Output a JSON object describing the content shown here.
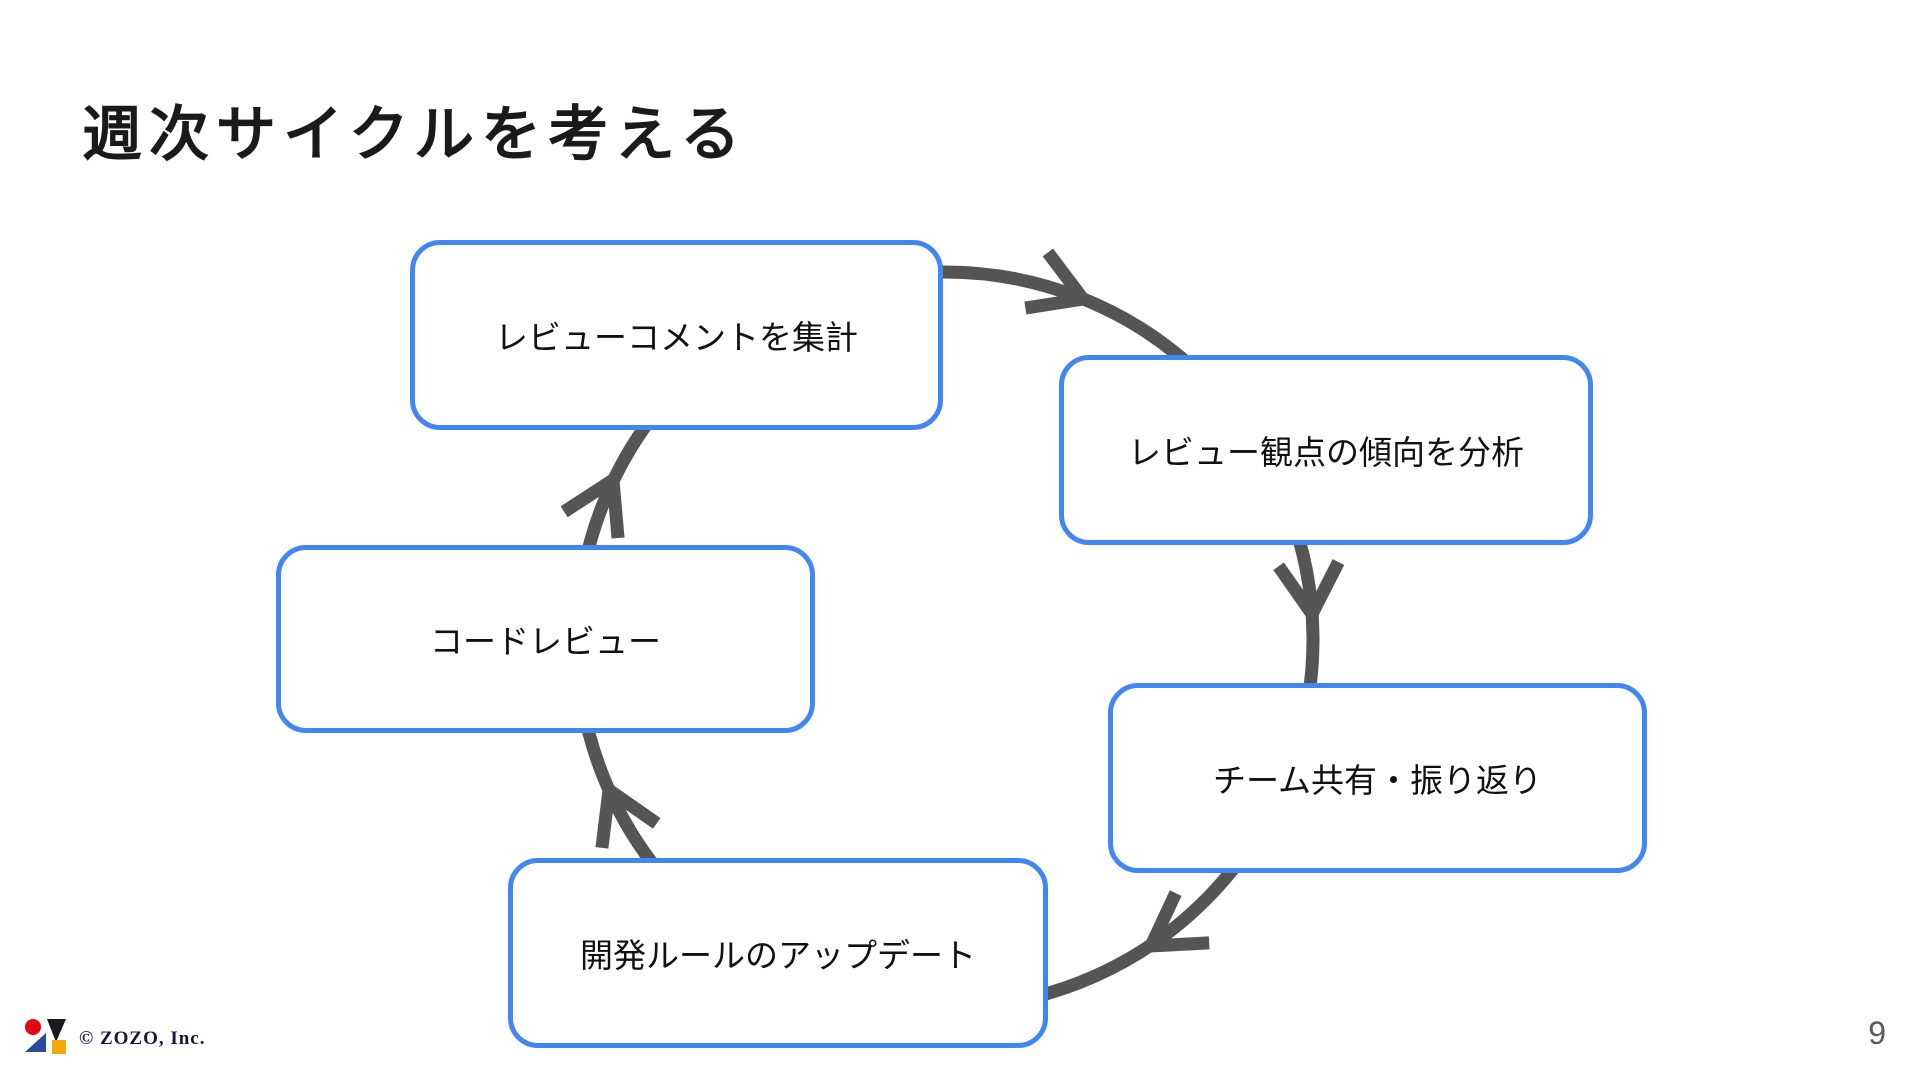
{
  "slide": {
    "title": "週次サイクルを考える",
    "page_number": "9",
    "footer": {
      "copyright": "© ZOZO, Inc.",
      "logo_icon": "zozo-logo-icon"
    }
  },
  "cycle": {
    "flow_direction": "clockwise",
    "steps": [
      {
        "position": "top",
        "label": "レビューコメントを集計"
      },
      {
        "position": "right",
        "label": "レビュー観点の傾向を分析"
      },
      {
        "position": "bottom-right",
        "label": "チーム共有・振り返り"
      },
      {
        "position": "bottom",
        "label": "開発ルールのアップデート"
      },
      {
        "position": "left",
        "label": "コードレビュー"
      }
    ]
  },
  "colors": {
    "box_border": "#4285F4",
    "box_fill": "#FFFFFF",
    "arrow": "#555555",
    "title_text": "#1A1A1A",
    "box_text": "#111111",
    "page_number": "#595959",
    "logo_red": "#E60012",
    "logo_navy": "#2A4A9A",
    "logo_yellow": "#F2A90A",
    "logo_black": "#1A1A1A"
  }
}
